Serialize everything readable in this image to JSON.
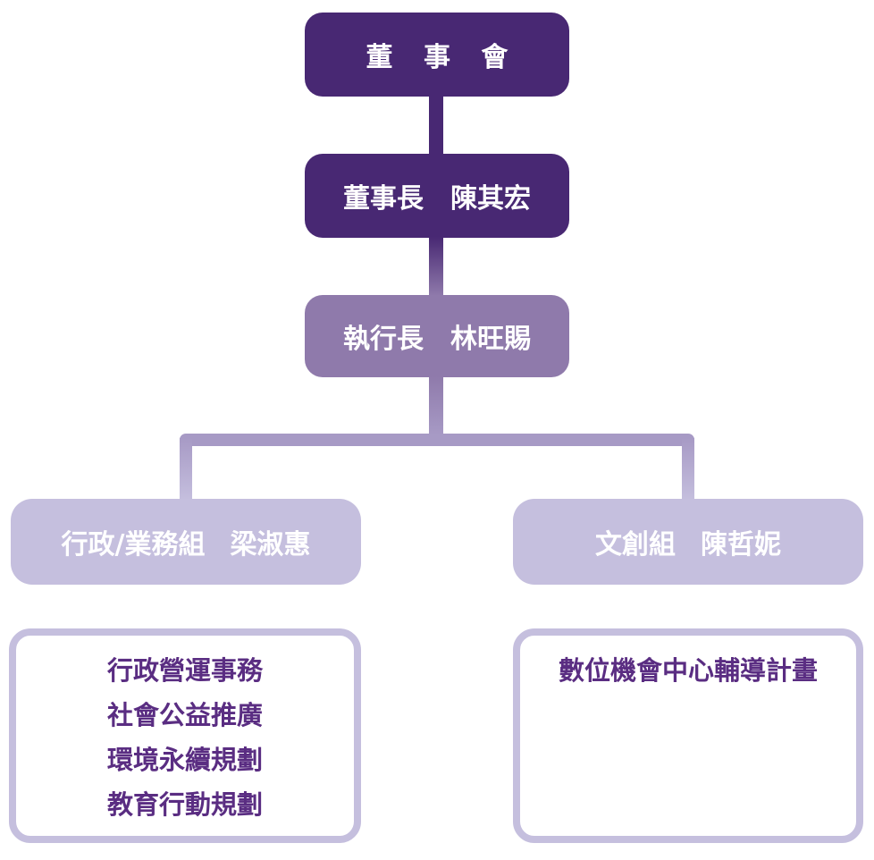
{
  "org_chart": {
    "board": {
      "title": "董 事 會"
    },
    "chairman": {
      "role": "董事長",
      "name": "陳其宏"
    },
    "ceo": {
      "role": "執行長",
      "name": "林旺賜"
    },
    "admin_group": {
      "role": "行政/業務組",
      "name": "梁淑惠"
    },
    "cultural_group": {
      "role": "文創組",
      "name": "陳哲妮"
    },
    "admin_duties": {
      "items": [
        "行政營運事務",
        "社會公益推廣",
        "環境永續規劃",
        "教育行動規劃"
      ]
    },
    "cultural_duties": {
      "items": [
        "數位機會中心輔導計畫"
      ]
    }
  },
  "colors": {
    "dark_purple": "#482873",
    "medium_purple": "#8F7AAB",
    "light_purple": "#C5BFDE",
    "connector_mid_purple": "#A79AC5",
    "duty_text_purple": "#5A2D82",
    "node_text_white": "#FFFFFF",
    "background": "#FFFFFF"
  }
}
